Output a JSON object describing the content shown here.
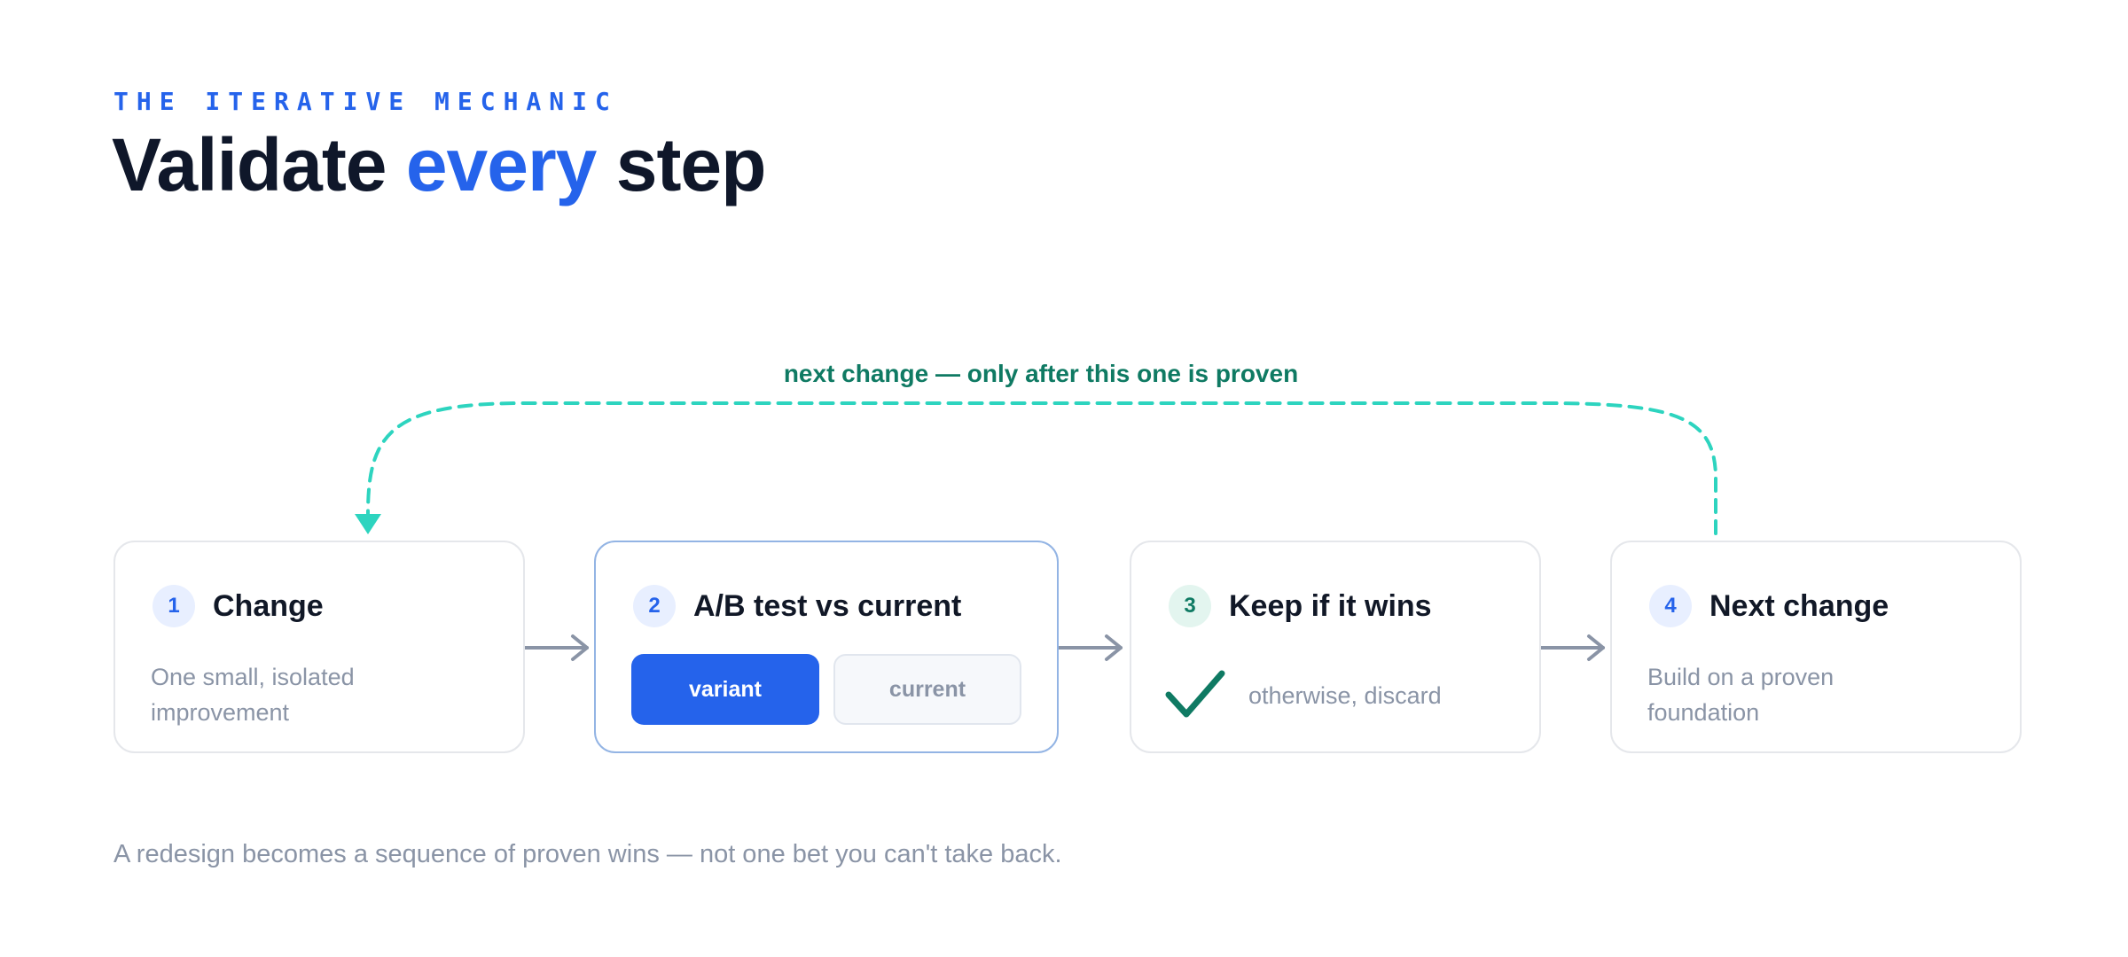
{
  "eyebrow": "THE ITERATIVE MECHANIC",
  "title": {
    "part1": "Validate ",
    "accent": "every",
    "part2": " step"
  },
  "loop_label": "next change — only after this one is proven",
  "steps": [
    {
      "number": "1",
      "title": "Change",
      "description": "One small, isolated improvement"
    },
    {
      "number": "2",
      "title": "A/B test vs current",
      "variant_label": "variant",
      "current_label": "current"
    },
    {
      "number": "3",
      "title": "Keep if it wins",
      "otherwise_text": "otherwise, discard"
    },
    {
      "number": "4",
      "title": "Next change",
      "description": "Build on a proven foundation"
    }
  ],
  "footnote": "A redesign becomes a sequence of proven wins — not one bet you can't take back.",
  "colors": {
    "accent_blue": "#2563eb",
    "loop_teal": "#2dd4bf",
    "label_green": "#0f7a63",
    "heading": "#0f172a",
    "muted_text": "#8a94a6"
  },
  "icons": {
    "flow_arrow": "arrow-right-icon",
    "loop_arrow": "arrow-down-icon",
    "keep": "check-icon"
  }
}
